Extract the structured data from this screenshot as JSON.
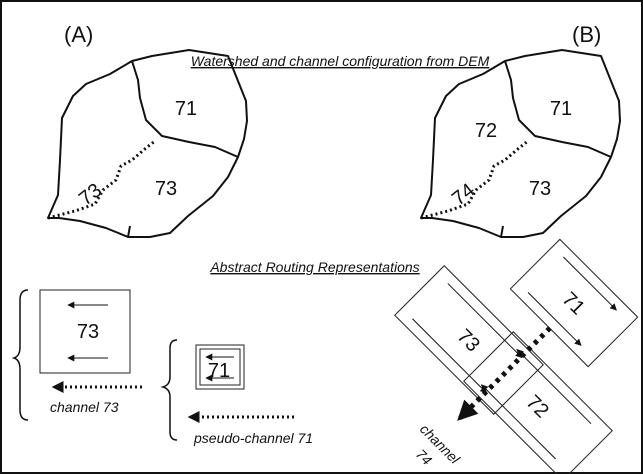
{
  "panel_labels": {
    "a": "(A)",
    "b": "(B)"
  },
  "headings": {
    "dem": "Watershed and channel configuration from DEM",
    "routing": "Abstract Routing Representations"
  },
  "watershed_a": {
    "sub_upper": "71",
    "sub_lower": "73",
    "channel": "73"
  },
  "watershed_b": {
    "sub_upper": "71",
    "sub_left": "72",
    "sub_lower": "73",
    "channel": "74"
  },
  "routing_a": {
    "box_large": "73",
    "box_small": "71",
    "channel_caption": "channel 73",
    "pseudo_caption": "pseudo-channel 71"
  },
  "routing_b": {
    "box_top": "71",
    "box_left": "73",
    "box_right": "72",
    "channel_word": "channel",
    "channel_number": "74"
  }
}
